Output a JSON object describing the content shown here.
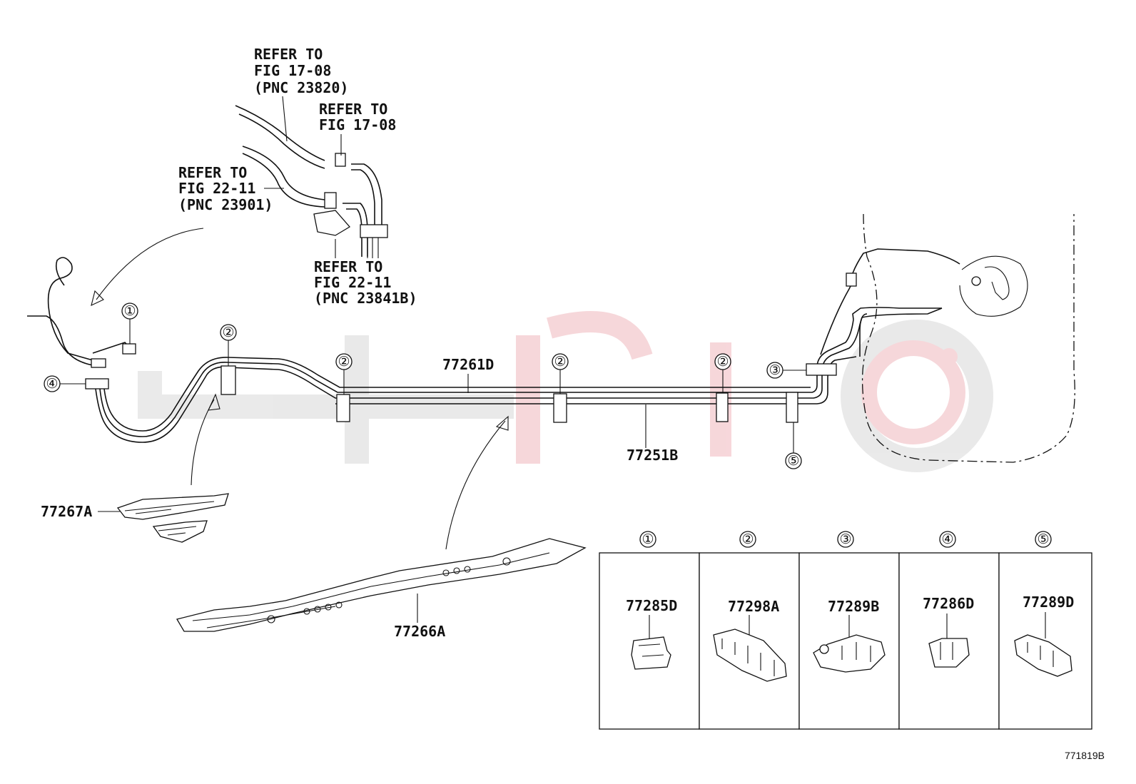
{
  "references": [
    {
      "line1": "REFER TO",
      "line2": "FIG 17-08",
      "line3": "(PNC 23820)"
    },
    {
      "line1": "REFER TO",
      "line2": "FIG 17-08"
    },
    {
      "line1": "REFER TO",
      "line2": "FIG 22-11",
      "line3": "(PNC 23901)"
    },
    {
      "line1": "REFER TO",
      "line2": "FIG 22-11",
      "line3": "(PNC 23841B)"
    }
  ],
  "parts": {
    "tube_upper": "77261D",
    "tube_lower": "77251B",
    "protector_front": "77267A",
    "protector_main": "77266A"
  },
  "clamp_callouts": [
    "①",
    "②",
    "③",
    "④",
    "⑤"
  ],
  "legend": [
    {
      "key": "①",
      "part": "77285D"
    },
    {
      "key": "②",
      "part": "77298A"
    },
    {
      "key": "③",
      "part": "77289B"
    },
    {
      "key": "④",
      "part": "77286D"
    },
    {
      "key": "⑤",
      "part": "77289D"
    }
  ],
  "figure_code": "771819B",
  "colors": {
    "line": "#111111",
    "watermark": "#e9a3aa",
    "watermark_gray": "#dcdcdc"
  }
}
